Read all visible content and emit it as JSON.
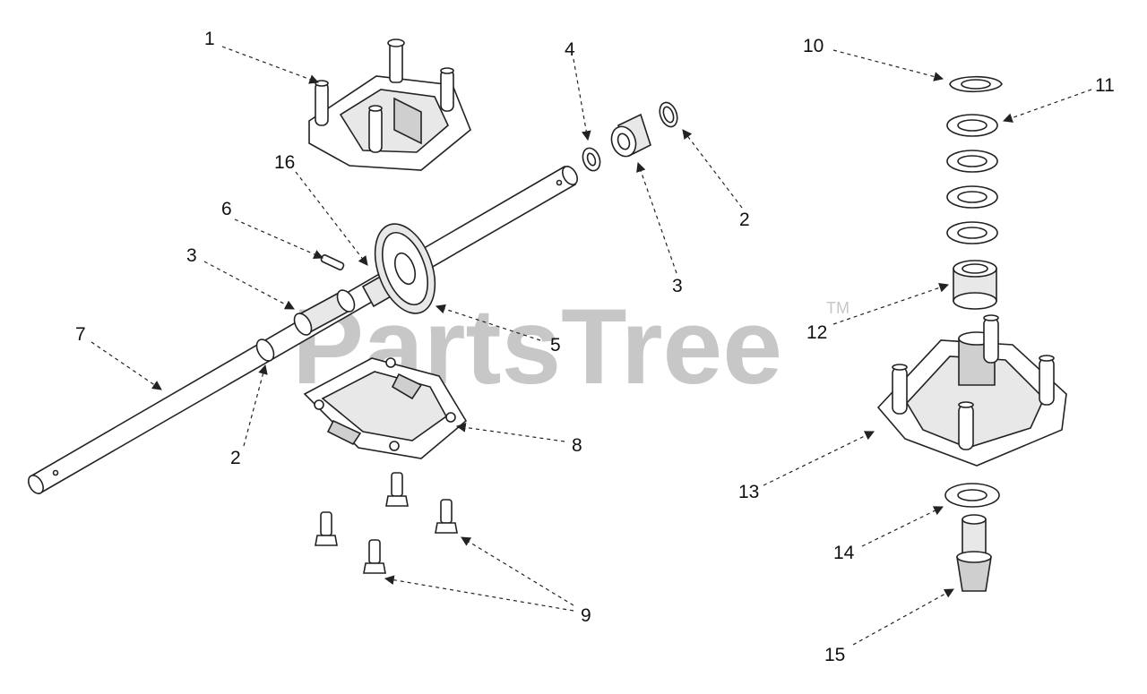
{
  "watermark": {
    "text": "PartsTree",
    "trademark": "TM"
  },
  "callouts": [
    {
      "id": "c1",
      "label": "1"
    },
    {
      "id": "c16",
      "label": "16"
    },
    {
      "id": "c6",
      "label": "6"
    },
    {
      "id": "c3a",
      "label": "3"
    },
    {
      "id": "c7",
      "label": "7"
    },
    {
      "id": "c2a",
      "label": "2"
    },
    {
      "id": "c5",
      "label": "5"
    },
    {
      "id": "c8",
      "label": "8"
    },
    {
      "id": "c9",
      "label": "9"
    },
    {
      "id": "c4",
      "label": "4"
    },
    {
      "id": "c3b",
      "label": "3"
    },
    {
      "id": "c2b",
      "label": "2"
    },
    {
      "id": "c10",
      "label": "10"
    },
    {
      "id": "c11",
      "label": "11"
    },
    {
      "id": "c12",
      "label": "12"
    },
    {
      "id": "c13",
      "label": "13"
    },
    {
      "id": "c14",
      "label": "14"
    },
    {
      "id": "c15",
      "label": "15"
    }
  ]
}
